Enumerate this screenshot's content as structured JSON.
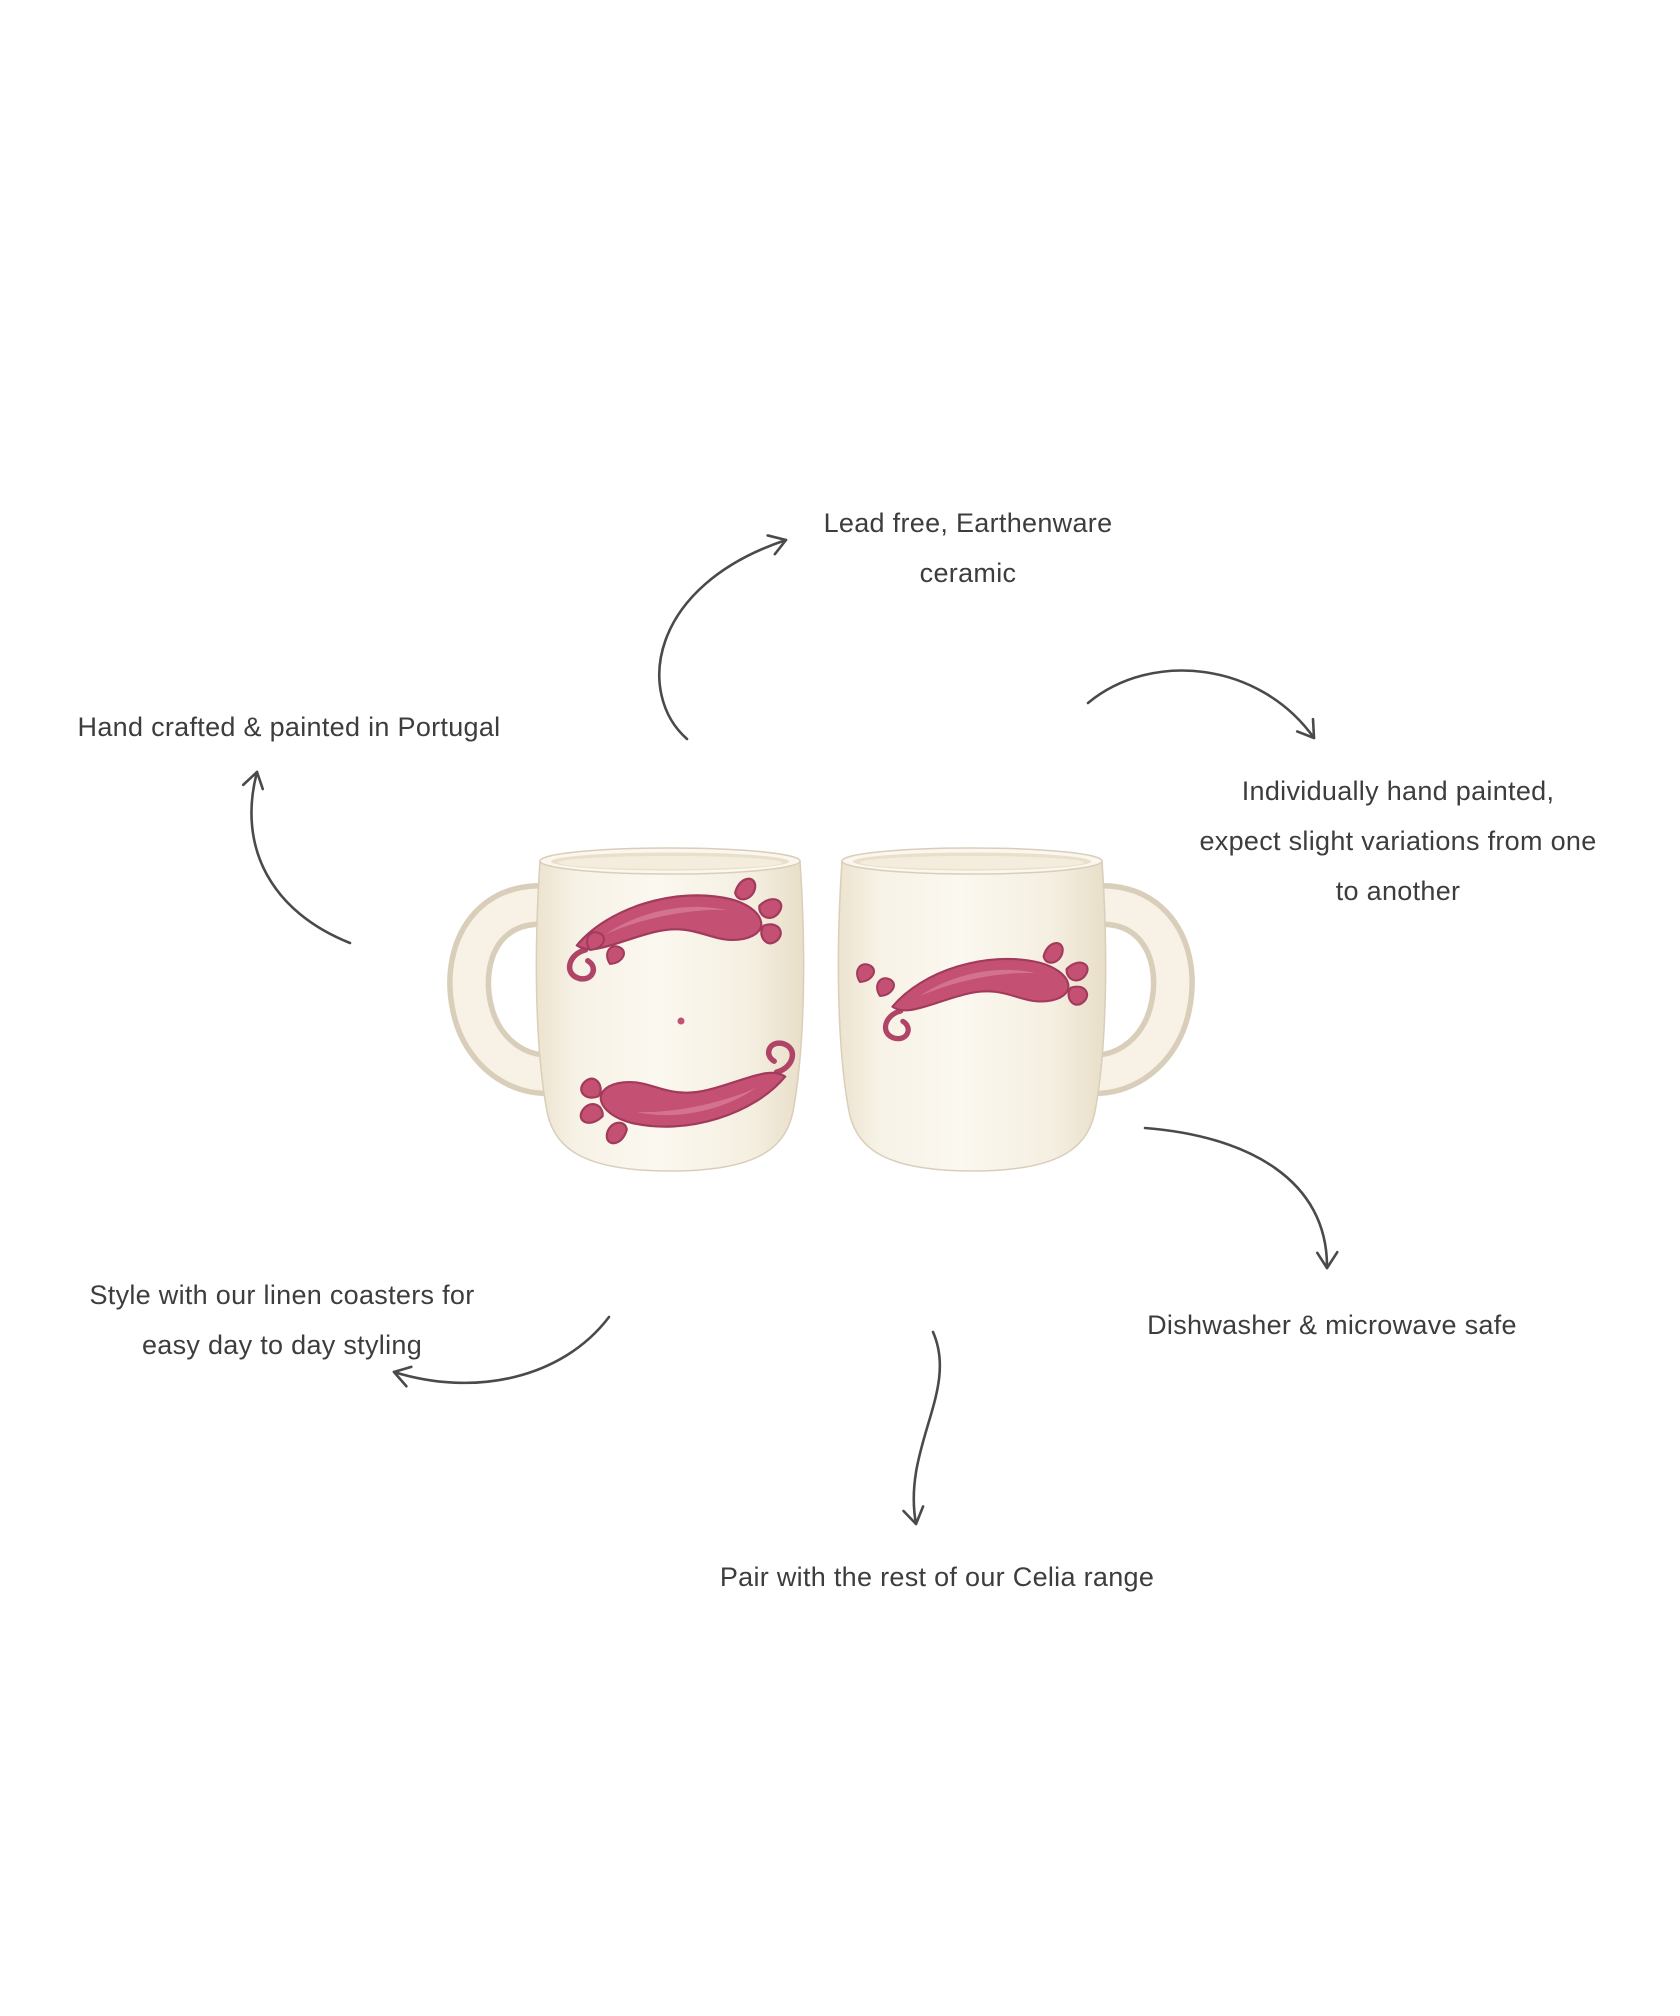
{
  "page": {
    "background": "#ffffff",
    "text_color": "#3d3d3d",
    "arrow_color": "#4a4a4a"
  },
  "product": {
    "description": "Two cream earthenware mugs with hand painted pink scroll pattern, handles facing outward",
    "body_color": "#f8f2e6",
    "pattern_color": "#c45173",
    "pattern_dark_color": "#a23a5c"
  },
  "annotations": {
    "lead_free": {
      "lines": [
        "Lead free, Earthenware",
        "ceramic"
      ]
    },
    "hand_crafted": {
      "lines": [
        "Hand crafted & painted in Portugal"
      ]
    },
    "hand_painted": {
      "lines": [
        "Individually hand painted,",
        "expect slight variations from one",
        "to another"
      ]
    },
    "coasters": {
      "lines": [
        "Style with our linen coasters for",
        "easy day to day styling"
      ]
    },
    "dishwasher": {
      "lines": [
        "Dishwasher & microwave safe"
      ]
    },
    "celia": {
      "lines": [
        "Pair with the rest of our Celia range"
      ]
    }
  }
}
